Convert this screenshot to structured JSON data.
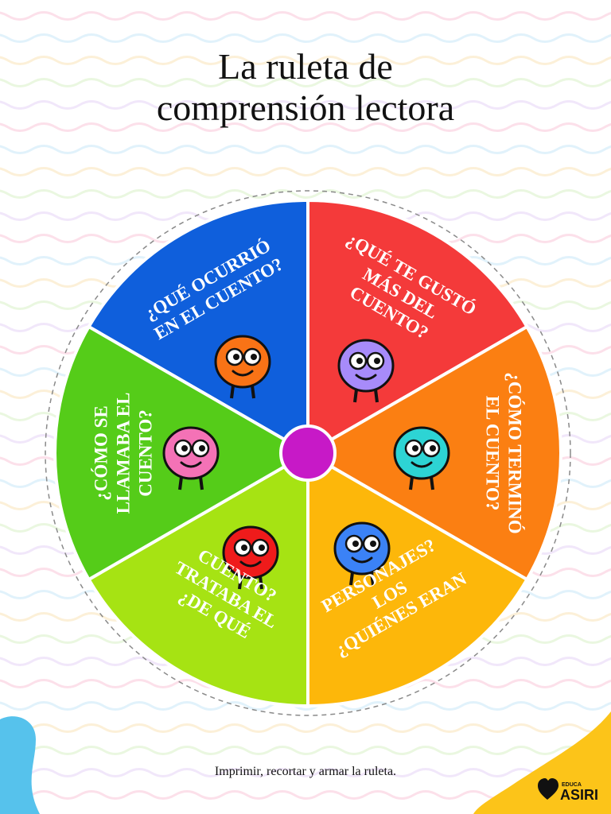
{
  "document": {
    "title_line1": "La ruleta de",
    "title_line2": "comprensión lectora",
    "caption": "Imprimir, recortar y armar la ruleta.",
    "logo_small": "EDUCA",
    "logo_big": "ASIRI"
  },
  "wheel": {
    "segments": [
      {
        "color": "#0f5fdc",
        "lines": [
          "¿QUÉ OCURRIÓ",
          "EN EL CUENTO?"
        ]
      },
      {
        "color": "#f43a3a",
        "lines": [
          "¿QUÉ TE GUSTÓ",
          "MÁS DEL",
          "CUENTO?"
        ]
      },
      {
        "color": "#fb7f12",
        "lines": [
          "¿CÓMO TERMINÓ",
          "EL CUENTO?"
        ]
      },
      {
        "color": "#fdb70a",
        "lines": [
          "¿QUIÉNES ERAN",
          "LOS",
          "PERSONAJES?"
        ]
      },
      {
        "color": "#a6e313",
        "lines": [
          "¿DE QUÉ",
          "TRATABA EL",
          "CUENTO?"
        ]
      },
      {
        "color": "#55cc19",
        "lines": [
          "¿CÓMO SE",
          "LLAMABA EL",
          "CUENTO?"
        ]
      }
    ],
    "center_color": "#c719c7",
    "monsters": [
      {
        "name": "orange-monster",
        "color": "#f97316"
      },
      {
        "name": "purple-monster",
        "color": "#a78bfa"
      },
      {
        "name": "teal-monster",
        "color": "#2dd4d4"
      },
      {
        "name": "blue-monster",
        "color": "#3b82f6"
      },
      {
        "name": "red-monster",
        "color": "#ef1b1b"
      },
      {
        "name": "pink-monster",
        "color": "#f472b6"
      }
    ]
  }
}
